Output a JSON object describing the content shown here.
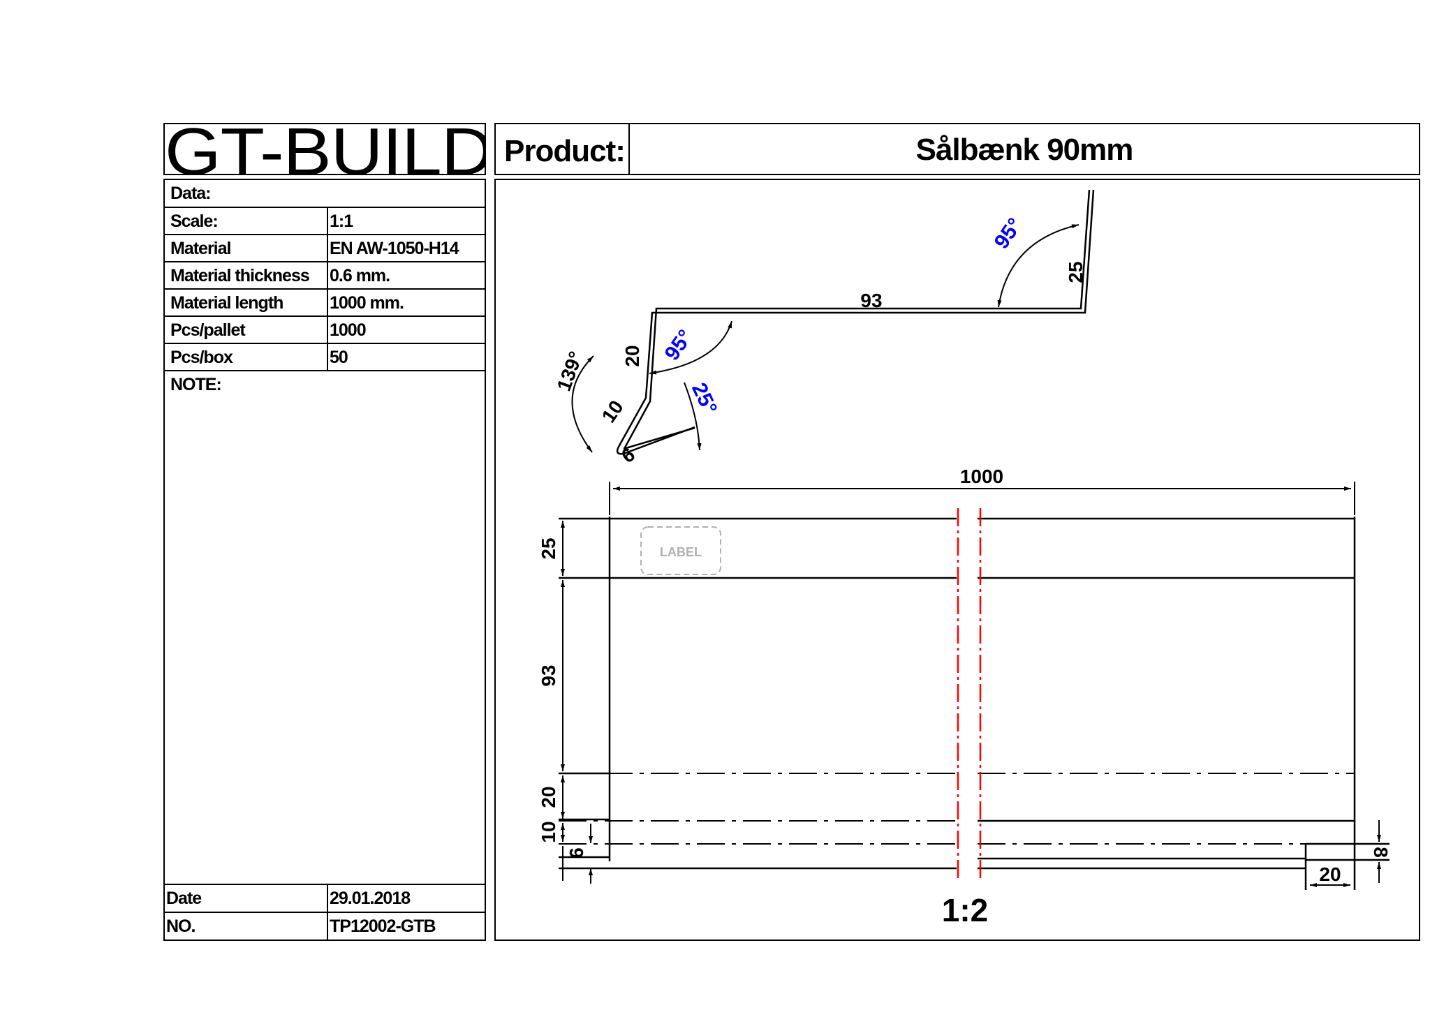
{
  "brand": "GT-BUILD",
  "product": {
    "label": "Product:",
    "value": "Sålbænk  90mm"
  },
  "info": [
    {
      "key": "Data:",
      "value": ""
    },
    {
      "key": "Scale:",
      "value": "1:1"
    },
    {
      "key": "Material",
      "value": "EN AW-1050-H14"
    },
    {
      "key": "Material thickness",
      "value": "0.6 mm."
    },
    {
      "key": "Material length",
      "value": "1000 mm."
    },
    {
      "key": "Pcs/pallet",
      "value": "1000"
    },
    {
      "key": "Pcs/box",
      "value": "50"
    }
  ],
  "note_label": "NOTE:",
  "footer": [
    {
      "key": "Date",
      "value": "29.01.2018"
    },
    {
      "key": "NO.",
      "value": "TP12002-GTB"
    }
  ],
  "profile_dims": {
    "top_flange": "93",
    "right_leg": "25",
    "left_leg": "20",
    "drip_leg": "10",
    "hem": "6",
    "angle_right": "95°",
    "angle_left": "95°",
    "angle_drip": "25°",
    "angle_outer": "139°"
  },
  "plan_dims": {
    "length": "1000",
    "h_25": "25",
    "h_93": "93",
    "h_20": "20",
    "h_10": "10",
    "h_6": "6",
    "notch_w": "20",
    "notch_h": "8",
    "label_box": "LABEL"
  },
  "scale_note": "1:2",
  "colors": {
    "line": "#000000",
    "angle_blue": "#0000ff",
    "break_red": "#ff0000",
    "label_gray": "#b0b0b0"
  }
}
